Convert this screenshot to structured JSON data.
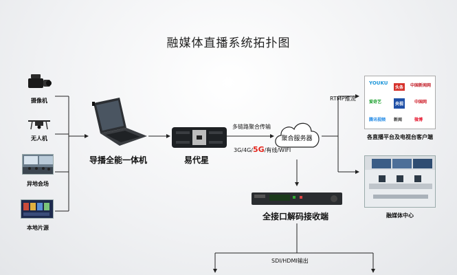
{
  "title": "融媒体直播系统拓扑图",
  "sources": [
    {
      "label": "摄像机",
      "icon": "camcorder-icon"
    },
    {
      "label": "无人机",
      "icon": "drone-icon"
    },
    {
      "label": "异地会场",
      "icon": "meeting-room-icon"
    },
    {
      "label": "本地片源",
      "icon": "local-media-icon"
    }
  ],
  "devices": {
    "laptop_label": "导播全能一体机",
    "encoder_label": "易代星",
    "decoder_label": "全接口解码接收端"
  },
  "cloud": {
    "label": "聚合服务器",
    "top_text": "多链路聚合传输",
    "bottom_prefix": "3G/4G/",
    "bottom_5g": "5G",
    "bottom_suffix": "/有线/WIFI"
  },
  "outputs": {
    "rtmp_label": "RTMP推流",
    "platform_label": "各直播平台及电视台客户端",
    "center_label": "融媒体中心",
    "sdi_label": "SDI/HDMI输出"
  },
  "logos": [
    "YOUKU",
    "头条",
    "中国新闻网",
    "爱奇艺",
    "央视",
    "中国网",
    "腾讯视频",
    "新闻",
    "微博"
  ],
  "colors": {
    "accent_5g": "#e3241b",
    "line": "#222222"
  }
}
